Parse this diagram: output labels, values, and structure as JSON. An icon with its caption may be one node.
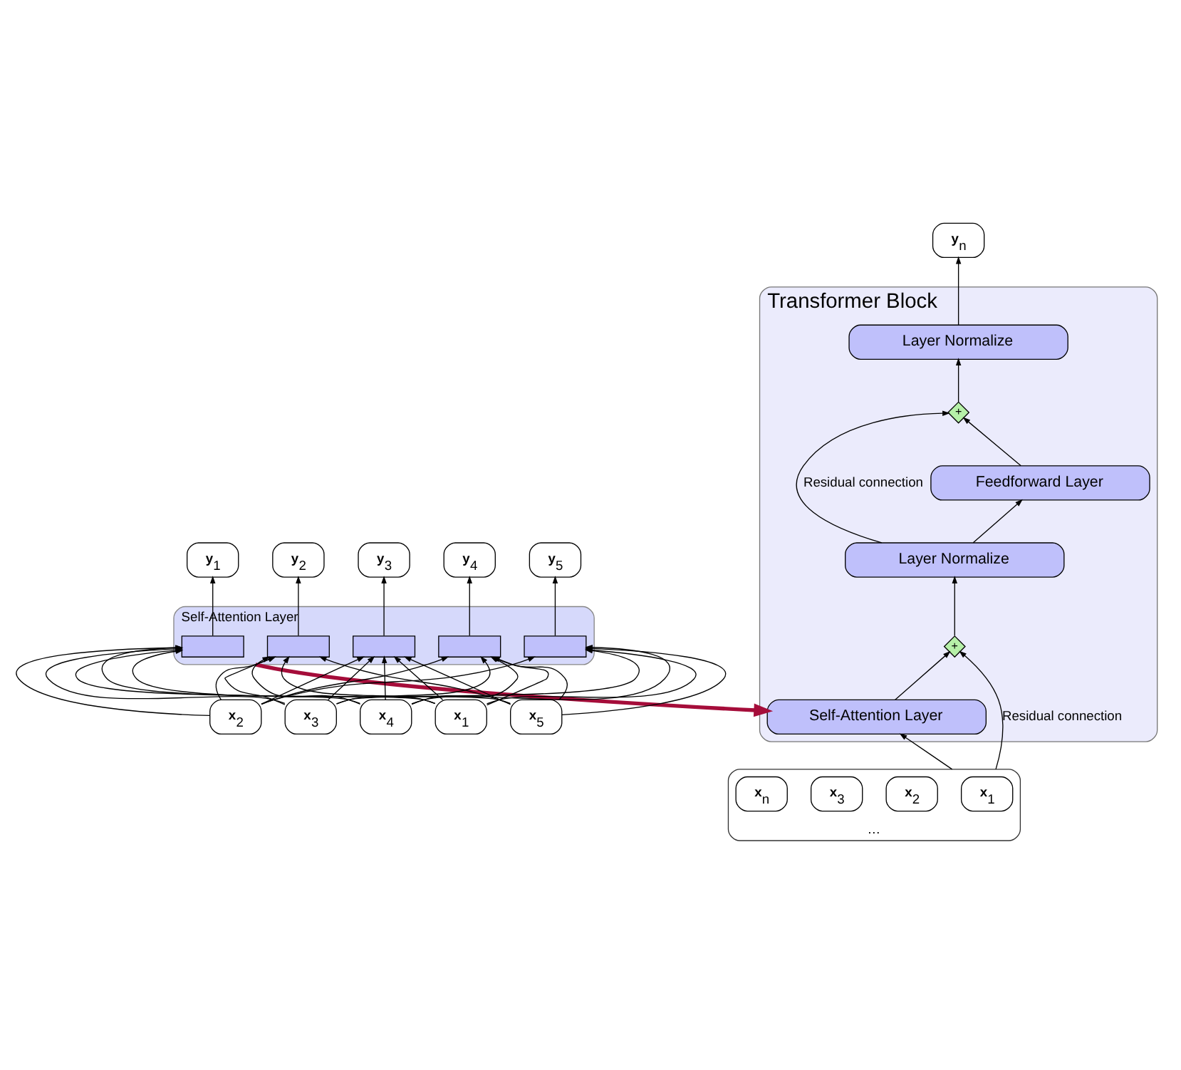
{
  "diagram": {
    "nodes": [
      {
        "text": [
          "**y**$_{1}$"
        ]
      },
      {
        "text": [
          "**y**$_{2}$"
        ]
      },
      {
        "text": [
          "**y**$_{3}$"
        ]
      },
      {
        "text": [
          "**y**$_{4}$"
        ]
      },
      {
        "text": [
          "**y**$_{5}$"
        ]
      },
      {
        "text": [
          "Self-Attention Layer"
        ]
      },
      {
        "text": [],
        "shape": "box",
        "in": 5
      },
      {
        "text": [],
        "shape": "box",
        "in": 5
      },
      {
        "text": [],
        "shape": "box",
        "in": 5
      },
      {
        "text": [],
        "shape": "box",
        "in": 5
      },
      {
        "text": [],
        "shape": "box",
        "in": 5
      },
      {
        "text": [
          "**x**$_{1}$"
        ]
      },
      {
        "text": [
          "**x**$_{2}$"
        ]
      },
      {
        "text": [
          "**x**$_{3}$"
        ]
      },
      {
        "text": [
          "**x**$_{4}$"
        ]
      },
      {
        "text": [
          "**x**$_{5}$"
        ]
      },
      {
        "text": [
          "**y**$_{n}$"
        ]
      },
      {
        "text": [
          "Transformer Block"
        ]
      },
      {
        "text": [
          "Layer Normalize"
        ],
        "in": 17
      },
      {
        "text": [
          "+"
        ],
        "in": 17
      },
      {
        "text": [
          "Feedforward Layer"
        ],
        "in": 17
      },
      {
        "text": [
          "Layer Normalize"
        ],
        "in": 17
      },
      {
        "text": [
          "+"
        ],
        "in": 17
      },
      {
        "text": [
          "Self-Attention Layer"
        ],
        "in": 17
      },
      {
        "text": [
          "…"
        ]
      },
      {
        "text": [
          "**x**$_{1}$"
        ],
        "in": 24
      },
      {
        "text": [
          "**x**$_{2}$"
        ],
        "in": 24
      },
      {
        "text": [
          "**x**$_{3}$"
        ],
        "in": 24
      },
      {
        "text": [
          "**x**$_{n}$"
        ],
        "in": 24
      }
    ],
    "edges": [
      {
        "from": 6,
        "to": 0,
        "arrow": "to"
      },
      {
        "from": 7,
        "to": 1,
        "arrow": "to"
      },
      {
        "from": 8,
        "to": 2,
        "arrow": "to"
      },
      {
        "from": 9,
        "to": 3,
        "arrow": "to"
      },
      {
        "from": 10,
        "to": 4,
        "arrow": "to"
      },
      {
        "from": 11,
        "to": 6,
        "arrow": "to"
      },
      {
        "from": 11,
        "to": 7,
        "arrow": "to"
      },
      {
        "from": 11,
        "to": 8,
        "arrow": "to"
      },
      {
        "from": 11,
        "to": 9,
        "arrow": "to"
      },
      {
        "from": 11,
        "to": 10,
        "arrow": "to"
      },
      {
        "from": 12,
        "to": 6,
        "arrow": "to"
      },
      {
        "from": 12,
        "to": 7,
        "arrow": "to"
      },
      {
        "from": 12,
        "to": 8,
        "arrow": "to"
      },
      {
        "from": 12,
        "to": 9,
        "arrow": "to"
      },
      {
        "from": 12,
        "to": 10,
        "arrow": "to"
      },
      {
        "from": 13,
        "to": 6,
        "arrow": "to"
      },
      {
        "from": 13,
        "to": 7,
        "arrow": "to"
      },
      {
        "from": 13,
        "to": 8,
        "arrow": "to"
      },
      {
        "from": 13,
        "to": 9,
        "arrow": "to"
      },
      {
        "from": 13,
        "to": 10,
        "arrow": "to"
      },
      {
        "from": 14,
        "to": 6,
        "arrow": "to"
      },
      {
        "from": 14,
        "to": 7,
        "arrow": "to"
      },
      {
        "from": 14,
        "to": 8,
        "arrow": "to"
      },
      {
        "from": 14,
        "to": 9,
        "arrow": "to"
      },
      {
        "from": 14,
        "to": 10,
        "arrow": "to"
      },
      {
        "from": 15,
        "to": 6,
        "arrow": "to"
      },
      {
        "from": 15,
        "to": 7,
        "arrow": "to"
      },
      {
        "from": 15,
        "to": 8,
        "arrow": "to"
      },
      {
        "from": 15,
        "to": 9,
        "arrow": "to"
      },
      {
        "from": 15,
        "to": 10,
        "arrow": "to"
      },
      {
        "from": 5,
        "to": 23,
        "arrow": "to",
        "style": "thick",
        "color": "#a50d3a"
      },
      {
        "from": 24,
        "to": 23,
        "arrow": "to"
      },
      {
        "from": 24,
        "to": 22,
        "arrow": "to",
        "label": "Residual connection"
      },
      {
        "from": 23,
        "to": 22,
        "arrow": "to"
      },
      {
        "from": 22,
        "to": 21,
        "arrow": "to"
      },
      {
        "from": 21,
        "to": 20,
        "arrow": "to"
      },
      {
        "from": 21,
        "to": 19,
        "arrow": "to",
        "label": "Residual connection"
      },
      {
        "from": 20,
        "to": 19,
        "arrow": "to"
      },
      {
        "from": 19,
        "to": 18,
        "arrow": "to"
      },
      {
        "from": 18,
        "to": 16,
        "arrow": "to"
      }
    ]
  }
}
